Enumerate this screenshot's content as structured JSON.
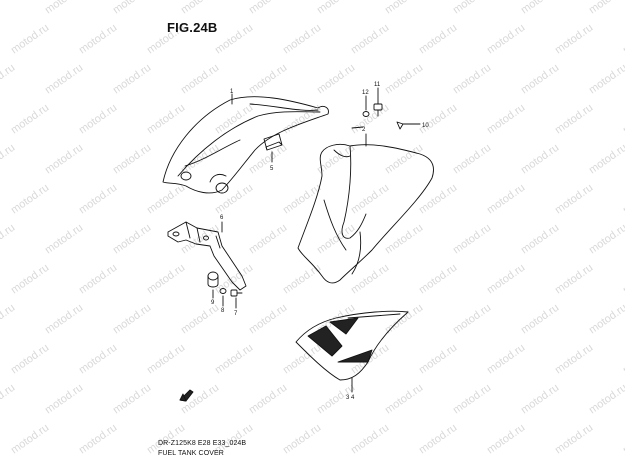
{
  "figure": {
    "title": "FIG.24B"
  },
  "caption": {
    "model_code": "DR-Z125K8 E28 E33_024B",
    "part_group": "FUEL TANK COVER"
  },
  "watermark": {
    "text": "motod.ru",
    "color": "#d9d9d9"
  },
  "callouts": {
    "p1": "1",
    "p2": "2",
    "p34": "3 4",
    "p5": "5",
    "p6": "6",
    "p7": "7",
    "p8": "8",
    "p9": "9",
    "p10": "10",
    "p11": "11",
    "p12": "12"
  }
}
